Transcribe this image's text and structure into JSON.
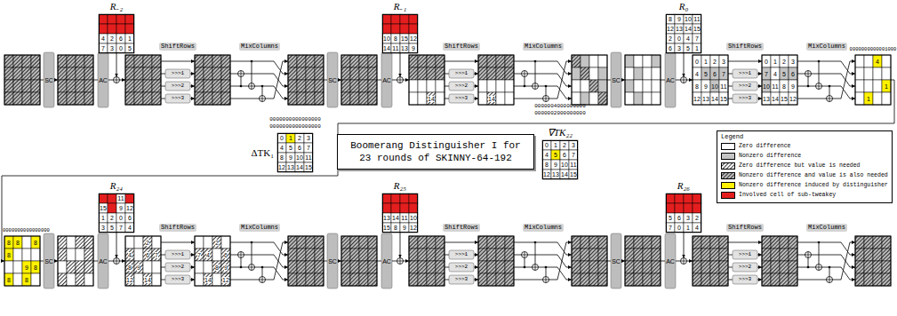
{
  "diagram": {
    "nodes": [
      {
        "text": [
          "R₋₂"
        ]
      },
      {
        "text": [
          "R₋₁"
        ]
      },
      {
        "text": [
          "R₀"
        ]
      },
      {
        "text": [
          "ΔTK₁"
        ]
      },
      {
        "text": [
          "Boomerang Distinguisher I for 23 rounds of SKINNY-64-192"
        ]
      },
      {
        "text": [
          "∇TK₂₂"
        ]
      },
      {
        "text": [
          "R₂₄"
        ]
      },
      {
        "text": [
          "R₂₅"
        ]
      },
      {
        "text": [
          "R₂₆"
        ]
      }
    ],
    "labels": [
      "SC",
      "AC",
      "ShiftRows",
      "MixColumns",
      ">>>1",
      ">>>2",
      ">>>3",
      "SC",
      "AC",
      "ShiftRows",
      "MixColumns",
      ">>>1",
      ">>>2",
      ">>>3",
      "SC",
      "AC",
      "ShiftRows",
      "MixColumns",
      ">>>1",
      ">>>2",
      ">>>3",
      "SC",
      "AC",
      "ShiftRows",
      "MixColumns",
      ">>>1",
      ">>>2",
      ">>>3",
      "SC",
      "AC",
      "ShiftRows",
      "MixColumns",
      ">>>1",
      ">>>2",
      ">>>3",
      "SC",
      "AC",
      "ShiftRows",
      "MixColumns",
      ">>>1",
      ">>>2",
      ">>>3",
      "4",
      "2",
      "6",
      "1",
      "7",
      "3",
      "0",
      "5",
      "10",
      "8",
      "15",
      "12",
      "14",
      "11",
      "13",
      "9",
      "8",
      "9",
      "10",
      "11",
      "12",
      "13",
      "14",
      "15",
      "2",
      "0",
      "4",
      "7",
      "6",
      "3",
      "5",
      "1",
      "0",
      "1",
      "2",
      "3",
      "4",
      "5",
      "6",
      "7",
      "8",
      "9",
      "10",
      "11",
      "12",
      "13",
      "14",
      "15",
      "0000000000000000",
      "0000000000000000",
      "0",
      "1",
      "2",
      "3",
      "4",
      "5",
      "6",
      "7",
      "8",
      "9",
      "10",
      "11",
      "12",
      "13",
      "14",
      "15",
      "0000004000000000",
      "0000002000000000",
      "11",
      "15",
      "9",
      "12",
      "1",
      "2",
      "0",
      "6",
      "3",
      "5",
      "7",
      "4",
      "13",
      "14",
      "11",
      "10",
      "15",
      "8",
      "9",
      "12",
      "5",
      "6",
      "3",
      "2",
      "7",
      "0",
      "1",
      "4",
      "14",
      "14",
      "0",
      "1",
      "2",
      "3",
      "4",
      "5",
      "6",
      "7",
      "8",
      "9",
      "10",
      "11",
      "12",
      "13",
      "14",
      "15",
      "0",
      "1",
      "2",
      "3",
      "7",
      "4",
      "5",
      "6",
      "10",
      "11",
      "8",
      "9",
      "13",
      "14",
      "15",
      "12",
      "4",
      "1",
      "1",
      "0000000000001000",
      "0000000000000000",
      "8",
      "8",
      "8",
      "8",
      "9",
      "8",
      "8",
      "8",
      "2",
      "4",
      "6",
      "7",
      "8",
      "9",
      "12",
      "14",
      "2",
      "7",
      "4",
      "6",
      "8",
      "9",
      "14",
      "12",
      "Legend"
    ],
    "legend": [
      {
        "text": "Zero difference",
        "color": "#ffffff"
      },
      {
        "text": "Nonzero difference",
        "color": "#c4c4c4"
      },
      {
        "text": "Zero difference but value is needed"
      },
      {
        "text": "Nonzero difference and value is also needed"
      },
      {
        "text": "Nonzero difference induced by distinguisher",
        "color": "#fff200"
      },
      {
        "text": "Involved cell of sub-tweakey",
        "color": "#e41e1e"
      }
    ]
  }
}
